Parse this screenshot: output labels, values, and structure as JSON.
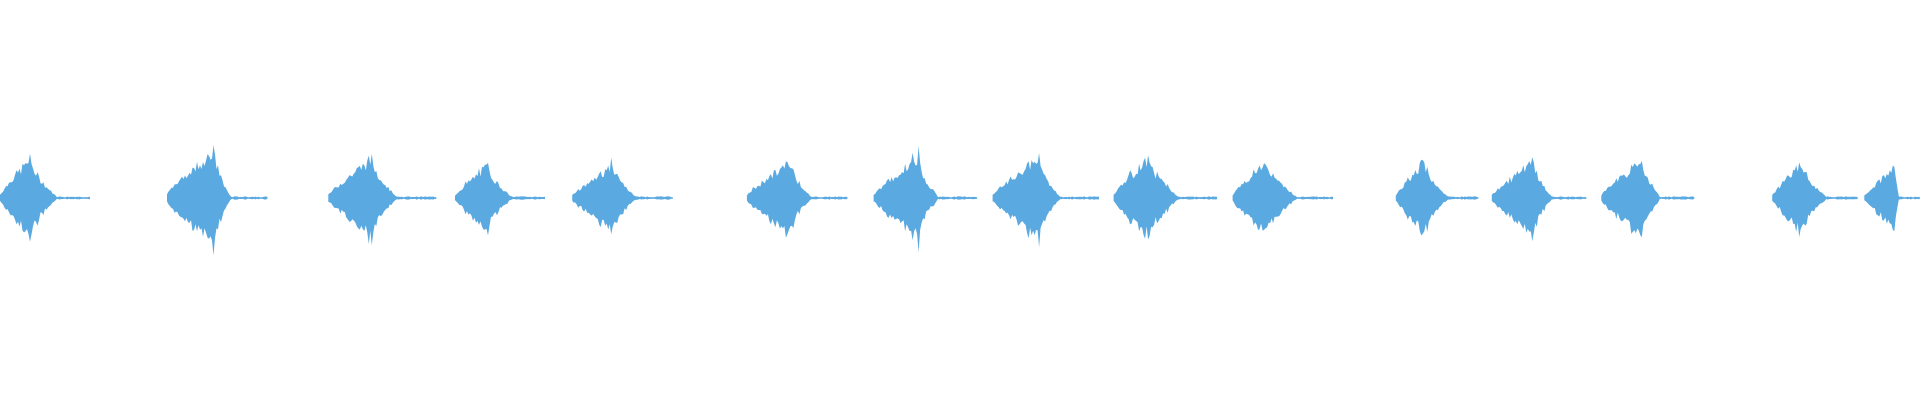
{
  "waveform": {
    "color": "#5aa9e0",
    "background": "#ffffff",
    "segments": [
      {
        "start": 0.0,
        "end": 0.047,
        "peak": 0.22,
        "attack": 0.55
      },
      {
        "start": 0.087,
        "end": 0.14,
        "peak": 0.26,
        "attack": 0.75
      },
      {
        "start": 0.171,
        "end": 0.228,
        "peak": 0.22,
        "attack": 0.65
      },
      {
        "start": 0.237,
        "end": 0.284,
        "peak": 0.18,
        "attack": 0.6
      },
      {
        "start": 0.298,
        "end": 0.351,
        "peak": 0.18,
        "attack": 0.65
      },
      {
        "start": 0.389,
        "end": 0.442,
        "peak": 0.2,
        "attack": 0.7
      },
      {
        "start": 0.455,
        "end": 0.509,
        "peak": 0.22,
        "attack": 0.7
      },
      {
        "start": 0.517,
        "end": 0.573,
        "peak": 0.22,
        "attack": 0.7
      },
      {
        "start": 0.58,
        "end": 0.634,
        "peak": 0.22,
        "attack": 0.55
      },
      {
        "start": 0.642,
        "end": 0.695,
        "peak": 0.2,
        "attack": 0.55
      },
      {
        "start": 0.727,
        "end": 0.77,
        "peak": 0.2,
        "attack": 0.55
      },
      {
        "start": 0.777,
        "end": 0.827,
        "peak": 0.2,
        "attack": 0.7
      },
      {
        "start": 0.834,
        "end": 0.883,
        "peak": 0.2,
        "attack": 0.7
      },
      {
        "start": 0.923,
        "end": 0.968,
        "peak": 0.19,
        "attack": 0.55
      },
      {
        "start": 0.971,
        "end": 1.0,
        "peak": 0.17,
        "attack": 0.9
      }
    ]
  }
}
